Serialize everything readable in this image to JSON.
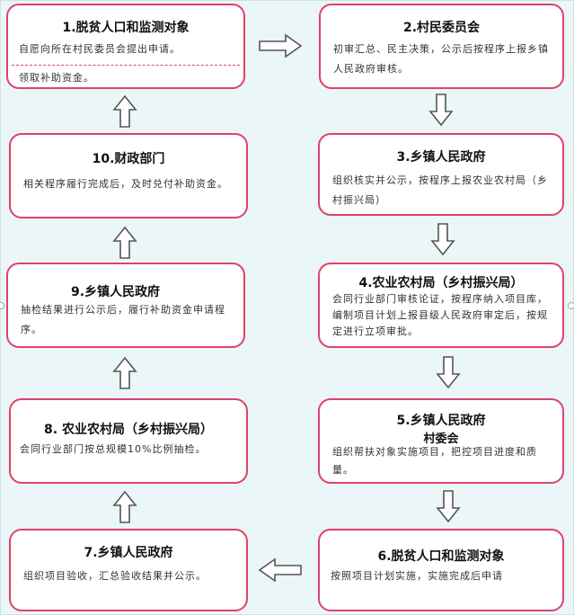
{
  "steps": {
    "s1": {
      "title": "1.脱贫人口和监测对象",
      "line1": "自愿向所在村民委员会提出申请。",
      "line2": "领取补助资金。"
    },
    "s2": {
      "title": "2.村民委员会",
      "body": "初审汇总、民主决策，公示后按程序上报乡镇人民政府审核。"
    },
    "s3": {
      "title": "3.乡镇人民政府",
      "body": "组织核实并公示，按程序上报农业农村局（乡村振兴局）"
    },
    "s4": {
      "title": "4.农业农村局（乡村振兴局）",
      "body": "会同行业部门审核论证，按程序纳入项目库，编制项目计划上报县级人民政府审定后，按规定进行立项审批。"
    },
    "s5": {
      "title": "5.乡镇人民政府",
      "subtitle": "村委会",
      "body": "组织帮扶对象实施项目，把控项目进度和质量。"
    },
    "s6": {
      "title": "6.脱贫人口和监测对象",
      "body": "按照项目计划实施，实施完成后申请"
    },
    "s7": {
      "title": "7.乡镇人民政府",
      "body": "组织项目验收，汇总验收结果并公示。"
    },
    "s8": {
      "title": "8. 农业农村局（乡村振兴局）",
      "body": "会同行业部门按总规模10%比例抽检。"
    },
    "s9": {
      "title": "9.乡镇人民政府",
      "body": "抽检结果进行公示后，履行补助资金申请程序。"
    },
    "s10": {
      "title": "10.财政部门",
      "body": "相关程序履行完成后，及时兑付补助资金。"
    }
  },
  "colors": {
    "border": "#e0416a",
    "arrow": "#555555",
    "background": "#eaf6f8"
  }
}
